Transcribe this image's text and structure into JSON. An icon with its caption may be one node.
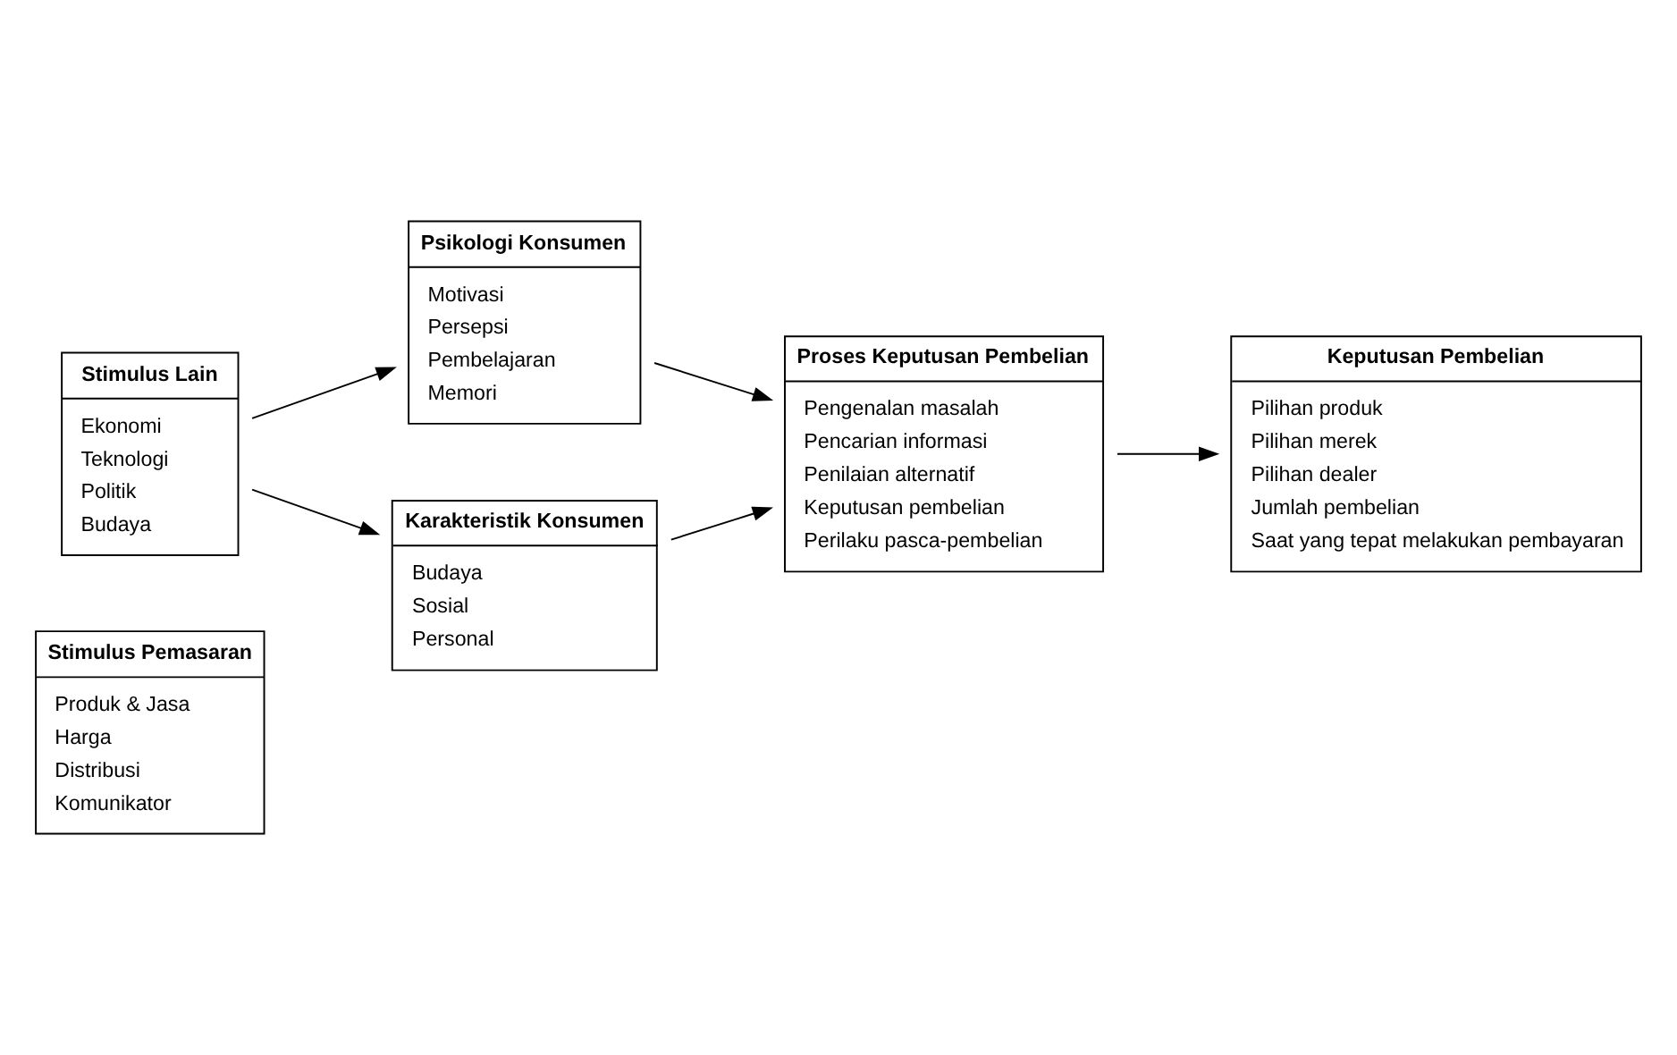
{
  "diagram": {
    "nodes": [
      {
        "text": [
          "Stimulus Pemasaran",
          "Produk & Jasa",
          "Harga",
          "Distribusi",
          "Komunikator"
        ]
      },
      {
        "text": [
          "Stimulus Lain",
          "Ekonomi",
          "Teknologi",
          "Politik",
          "Budaya"
        ]
      },
      {
        "text": [
          "Psikologi Konsumen",
          "Motivasi",
          "Persepsi",
          "Pembelajaran",
          "Memori"
        ]
      },
      {
        "text": [
          "Karakteristik Konsumen",
          "Budaya",
          "Sosial",
          "Personal"
        ]
      },
      {
        "text": [
          "Proses Keputusan Pembelian",
          "Pengenalan masalah",
          "Pencarian informasi",
          "Penilaian alternatif",
          "Keputusan pembelian",
          "Perilaku pasca-pembelian"
        ]
      },
      {
        "text": [
          "Keputusan Pembelian",
          "Pilihan produk",
          "Pilihan merek",
          "Pilihan dealer",
          "Jumlah pembelian",
          "Saat yang tepat melakukan pembayaran"
        ]
      }
    ],
    "edges": [
      {
        "from": 1,
        "to": 2,
        "arrow": "to"
      },
      {
        "from": 1,
        "to": 3,
        "arrow": "to"
      },
      {
        "from": 2,
        "to": 4,
        "arrow": "to"
      },
      {
        "from": 3,
        "to": 4,
        "arrow": "to"
      },
      {
        "from": 4,
        "to": 5,
        "arrow": "to"
      }
    ]
  }
}
